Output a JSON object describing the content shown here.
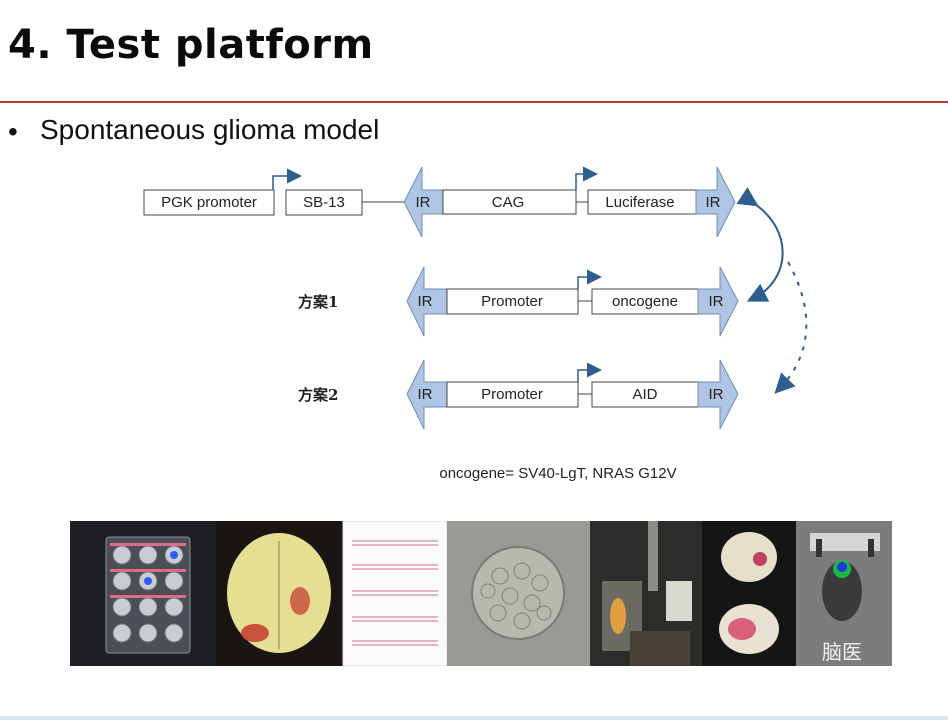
{
  "slide": {
    "title": "4. Test platform",
    "bullet": "Spontaneous glioma model"
  },
  "diagram": {
    "row1": {
      "pgk": "PGK promoter",
      "sb": "SB-13",
      "ir_left": "IR",
      "cag": "CAG",
      "luciferase": "Luciferase",
      "ir_right": "IR"
    },
    "row2": {
      "label": "方案1",
      "ir_left": "IR",
      "promoter": "Promoter",
      "gene": "oncogene",
      "ir_right": "IR"
    },
    "row3": {
      "label": "方案2",
      "ir_left": "IR",
      "promoter": "Promoter",
      "gene": "AID",
      "ir_right": "IR"
    },
    "footnote": "oncogene= SV40-LgT, NRAS G12V",
    "arrow_color": "#aec6e3",
    "curve_color": "#2e5e8e"
  },
  "photos": {
    "items": [
      "well-plate-imaging",
      "brain-tumor",
      "sequencing-trace",
      "neurosphere",
      "lab-equipment",
      "brain-sections",
      "mouse-bioluminescence"
    ],
    "watermark": "脑医"
  }
}
